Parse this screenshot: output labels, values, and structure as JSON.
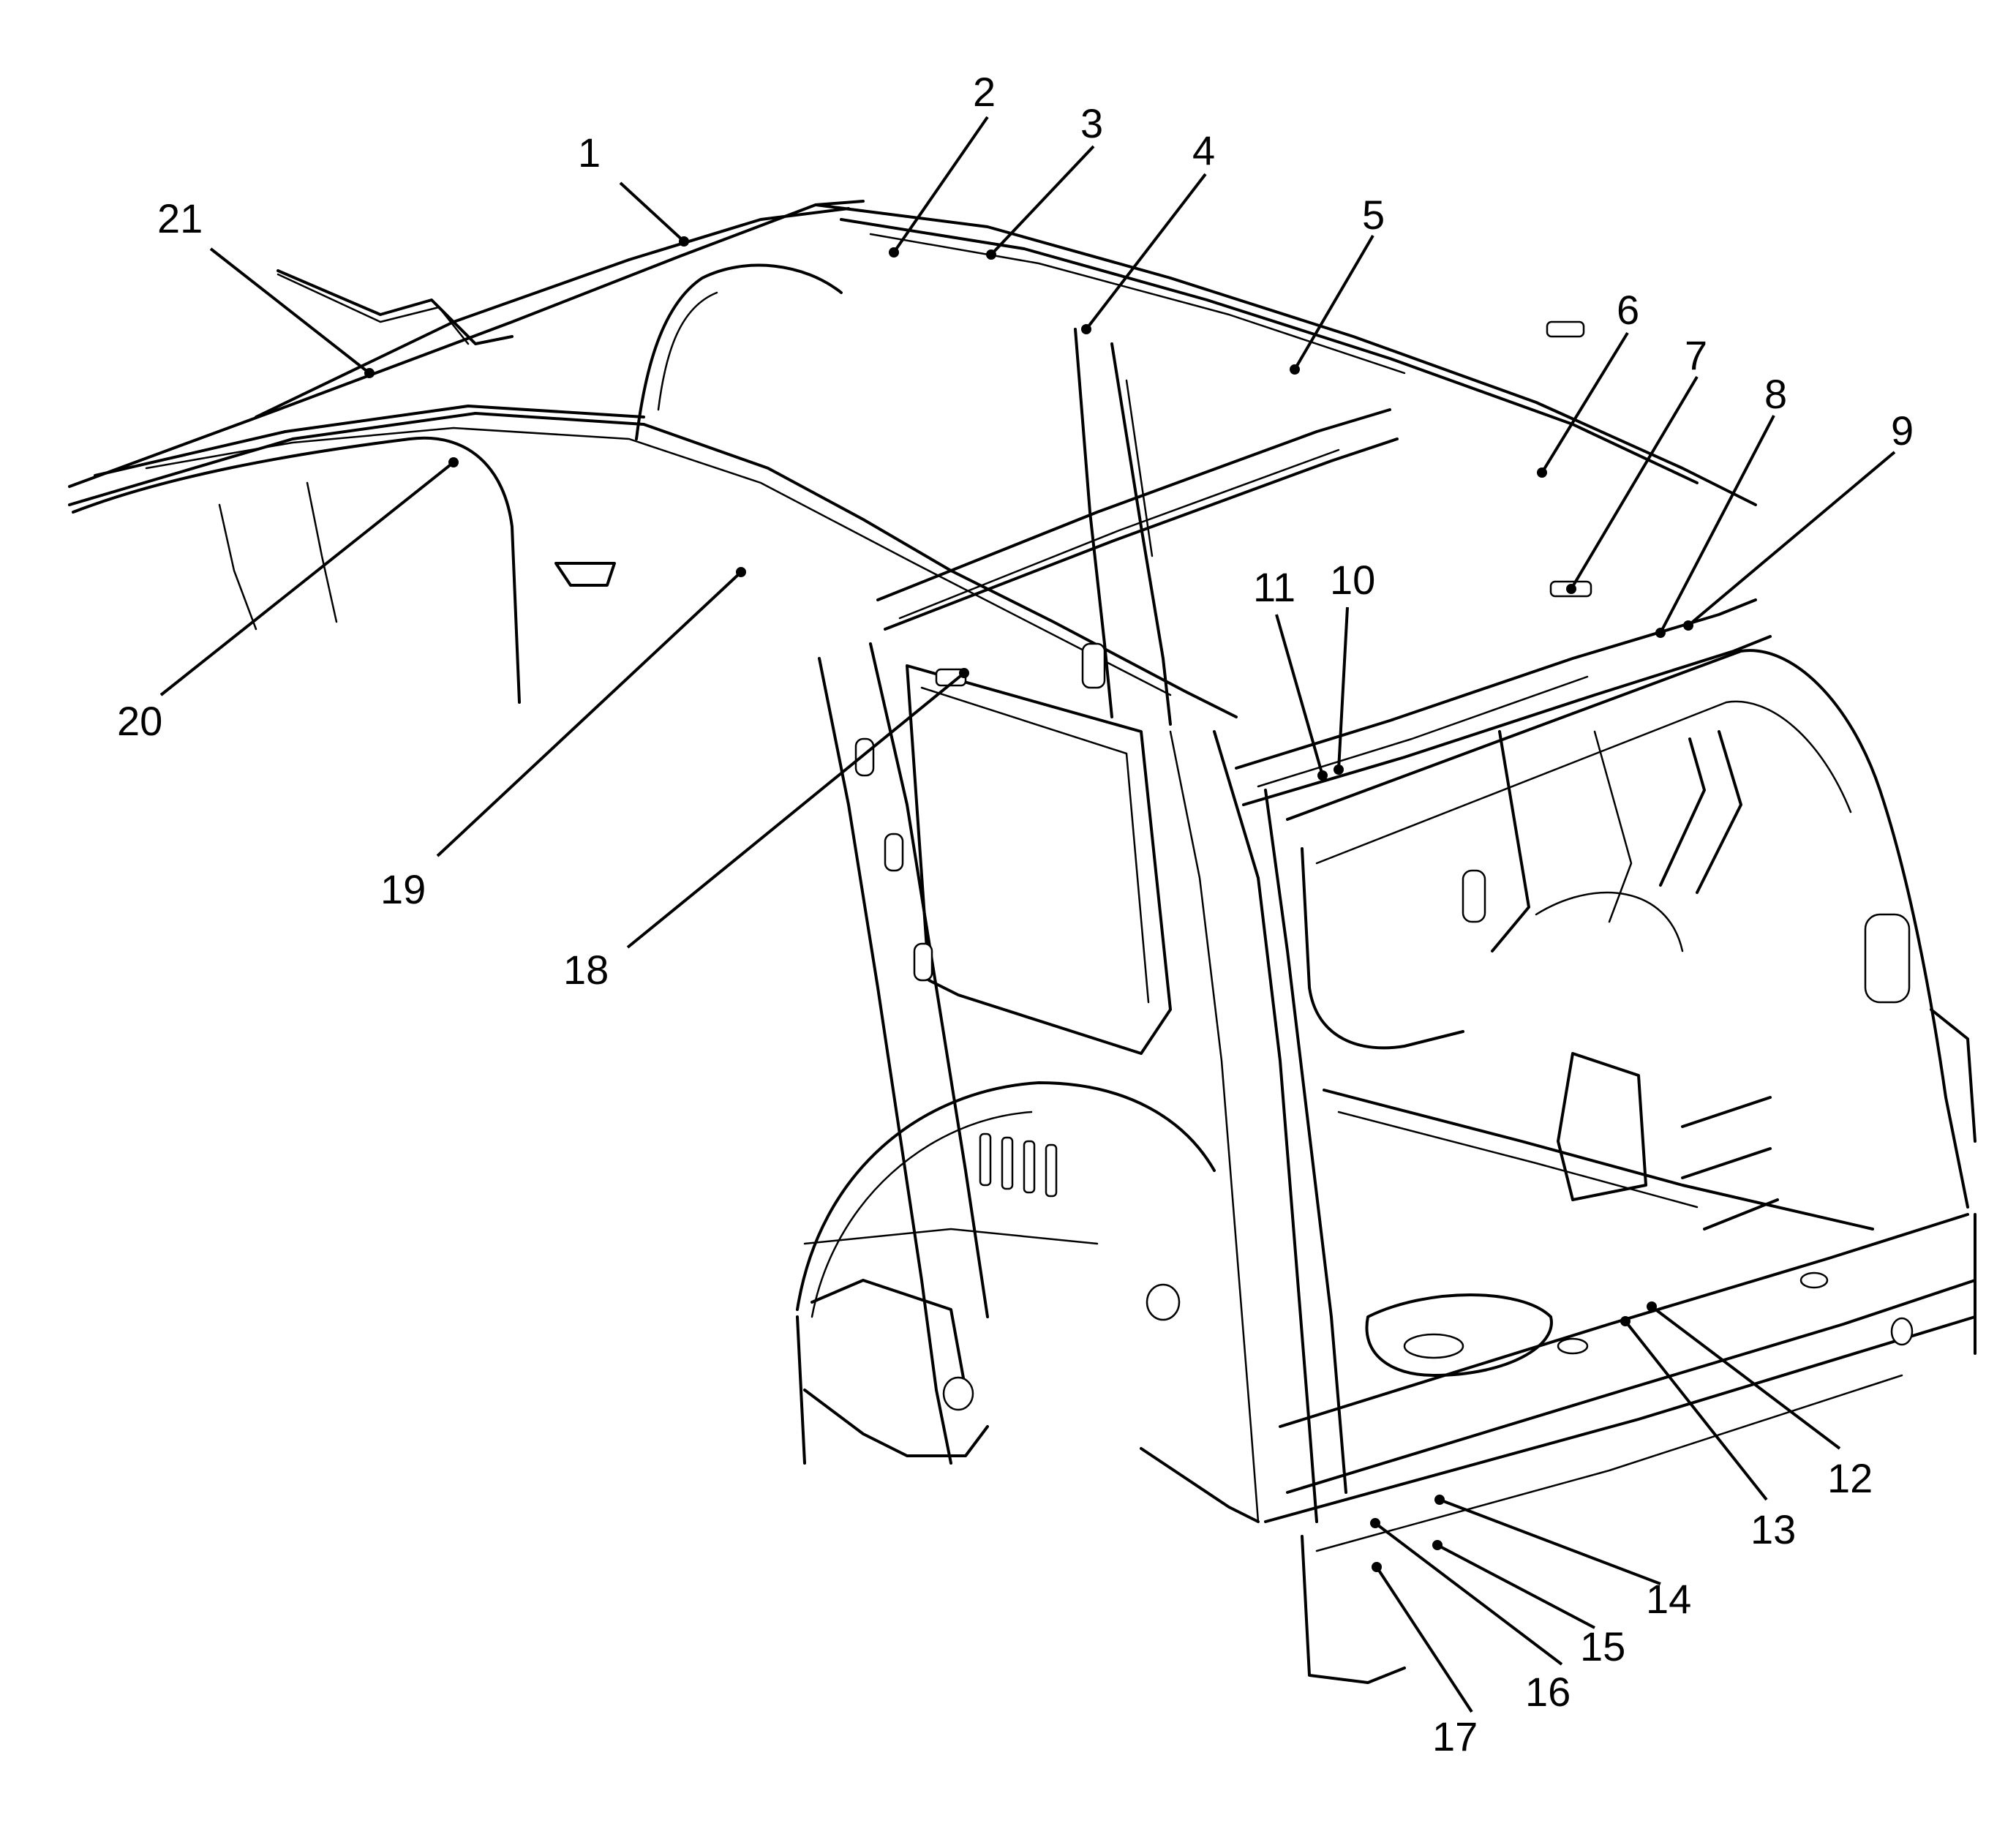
{
  "callouts": [
    {
      "id": "1",
      "label": "1"
    },
    {
      "id": "2",
      "label": "2"
    },
    {
      "id": "3",
      "label": "3"
    },
    {
      "id": "4",
      "label": "4"
    },
    {
      "id": "5",
      "label": "5"
    },
    {
      "id": "6",
      "label": "6"
    },
    {
      "id": "7",
      "label": "7"
    },
    {
      "id": "8",
      "label": "8"
    },
    {
      "id": "9",
      "label": "9"
    },
    {
      "id": "10",
      "label": "10"
    },
    {
      "id": "11",
      "label": "11"
    },
    {
      "id": "12",
      "label": "12"
    },
    {
      "id": "13",
      "label": "13"
    },
    {
      "id": "14",
      "label": "14"
    },
    {
      "id": "15",
      "label": "15"
    },
    {
      "id": "16",
      "label": "16"
    },
    {
      "id": "17",
      "label": "17"
    },
    {
      "id": "18",
      "label": "18"
    },
    {
      "id": "19",
      "label": "19"
    },
    {
      "id": "20",
      "label": "20"
    },
    {
      "id": "21",
      "label": "21"
    }
  ]
}
